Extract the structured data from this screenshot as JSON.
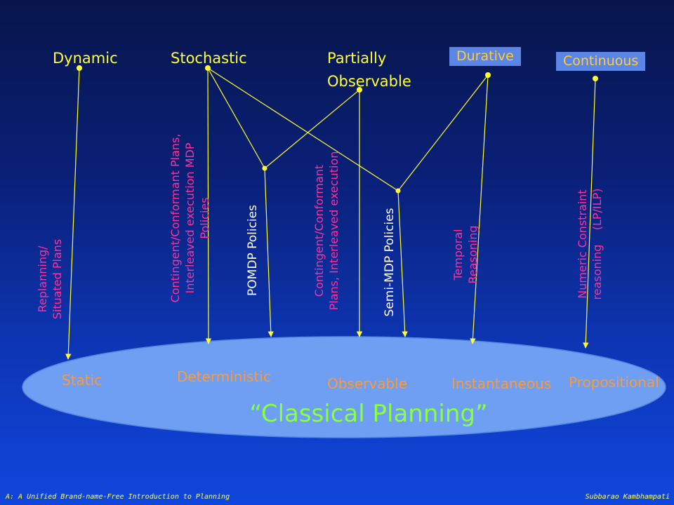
{
  "top_labels": {
    "dynamic": "Dynamic",
    "stochastic": "Stochastic",
    "partially_observable_line1": "Partially",
    "partially_observable_line2": "Observable",
    "durative": "Durative",
    "continuous": "Continuous"
  },
  "bottom_labels": {
    "static": "Static",
    "deterministic": "Deterministic",
    "observable": "Observable",
    "instantaneous": "Instantaneous",
    "propositional": "Propositional"
  },
  "edge_labels": {
    "replanning": "Replanning/\nSituated Plans",
    "contingent_mdp": "Contingent/Conformant Plans,\nInterleaved execution MDP\nPolicies",
    "pomdp": "POMDP Policies",
    "contingent_interleaved": "Contingent/Conformant\nPlans, Interleaved execution",
    "semi_mdp": "Semi-MDP Policies",
    "temporal": "Temporal\nReasoning",
    "numeric": "Numeric Constraint\nreasoning    (LP/ILP)"
  },
  "title": "“Classical Planning”",
  "footer": {
    "left": "A: A  Unified Brand-name-Free Introduction to Planning",
    "right": "Subbarao Kambhampati"
  }
}
